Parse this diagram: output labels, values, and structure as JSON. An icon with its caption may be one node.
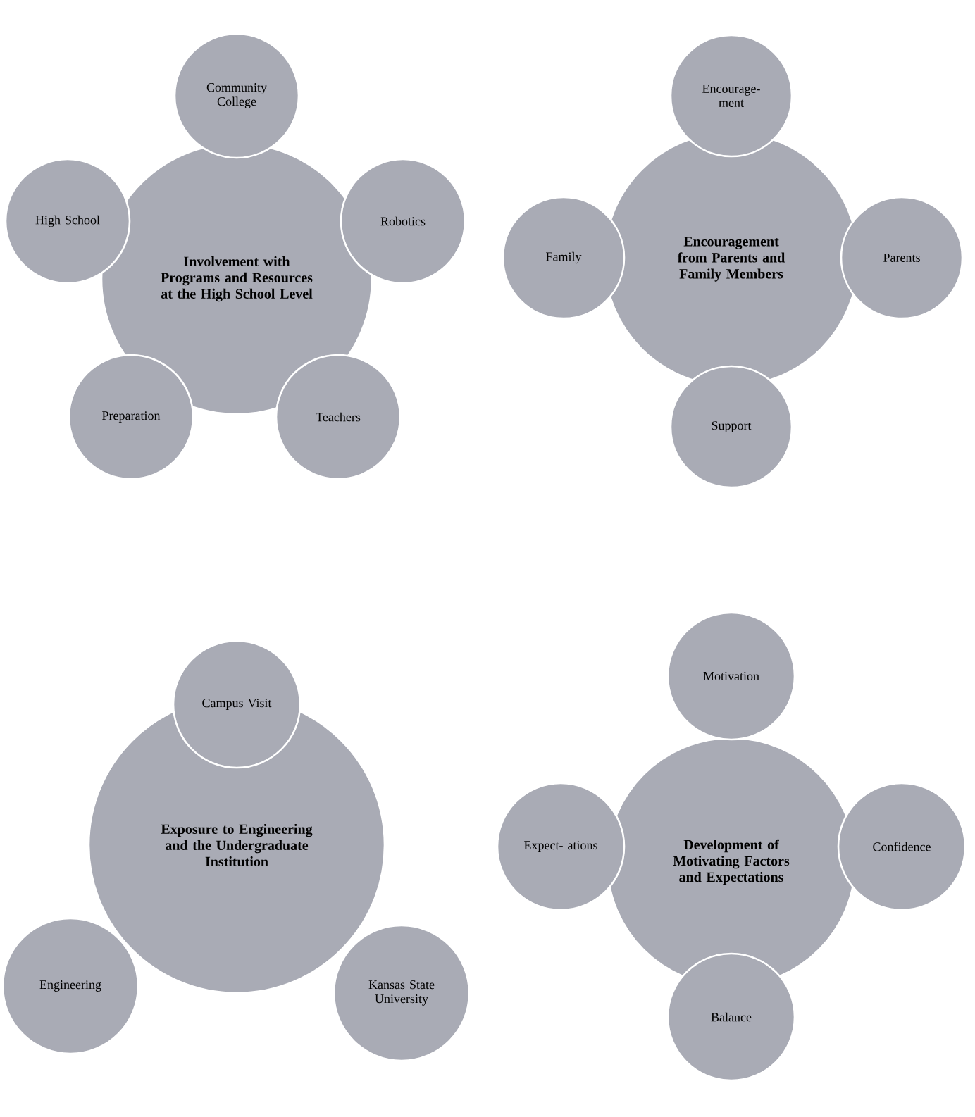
{
  "diagram": {
    "nodes": [
      {
        "text": [
          "Involvement with Programs and Resources at the High School Level"
        ]
      },
      {
        "text": [
          "Community College"
        ]
      },
      {
        "text": [
          "High School"
        ]
      },
      {
        "text": [
          "Robotics"
        ]
      },
      {
        "text": [
          "Preparation"
        ]
      },
      {
        "text": [
          "Teachers"
        ]
      },
      {
        "text": [
          "Encouragement from Parents and Family Members"
        ]
      },
      {
        "text": [
          "Encourage- ment"
        ]
      },
      {
        "text": [
          "Family"
        ]
      },
      {
        "text": [
          "Parents"
        ]
      },
      {
        "text": [
          "Support"
        ]
      },
      {
        "text": [
          "Exposure to Engineering and the Undergraduate Institution"
        ]
      },
      {
        "text": [
          "Campus Visit"
        ]
      },
      {
        "text": [
          "Engineering"
        ]
      },
      {
        "text": [
          "Kansas State University"
        ]
      },
      {
        "text": [
          "Development of Motivating Factors and Expectations"
        ]
      },
      {
        "text": [
          "Motivation"
        ]
      },
      {
        "text": [
          "Expect- ations"
        ]
      },
      {
        "text": [
          "Confidence"
        ]
      },
      {
        "text": [
          "Balance"
        ]
      }
    ]
  }
}
